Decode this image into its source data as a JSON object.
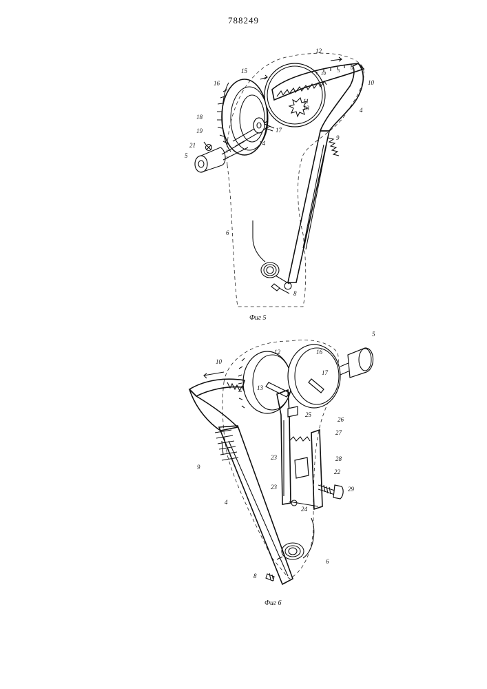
{
  "document": {
    "patent_number": "788249"
  },
  "figure_top": {
    "caption": "Фиг 5",
    "labels": [
      "12",
      "15",
      "16",
      "18",
      "19",
      "21",
      "5",
      "11",
      "13",
      "17",
      "14",
      "10",
      "4",
      "9",
      "6",
      "8",
      "10",
      "5",
      "0"
    ]
  },
  "figure_bottom": {
    "caption": "Фиг 6",
    "labels": [
      "12",
      "16",
      "5",
      "10",
      "13",
      "17",
      "25",
      "26",
      "27",
      "23",
      "28",
      "22",
      "23",
      "29",
      "24",
      "9",
      "4",
      "6",
      "8"
    ]
  }
}
